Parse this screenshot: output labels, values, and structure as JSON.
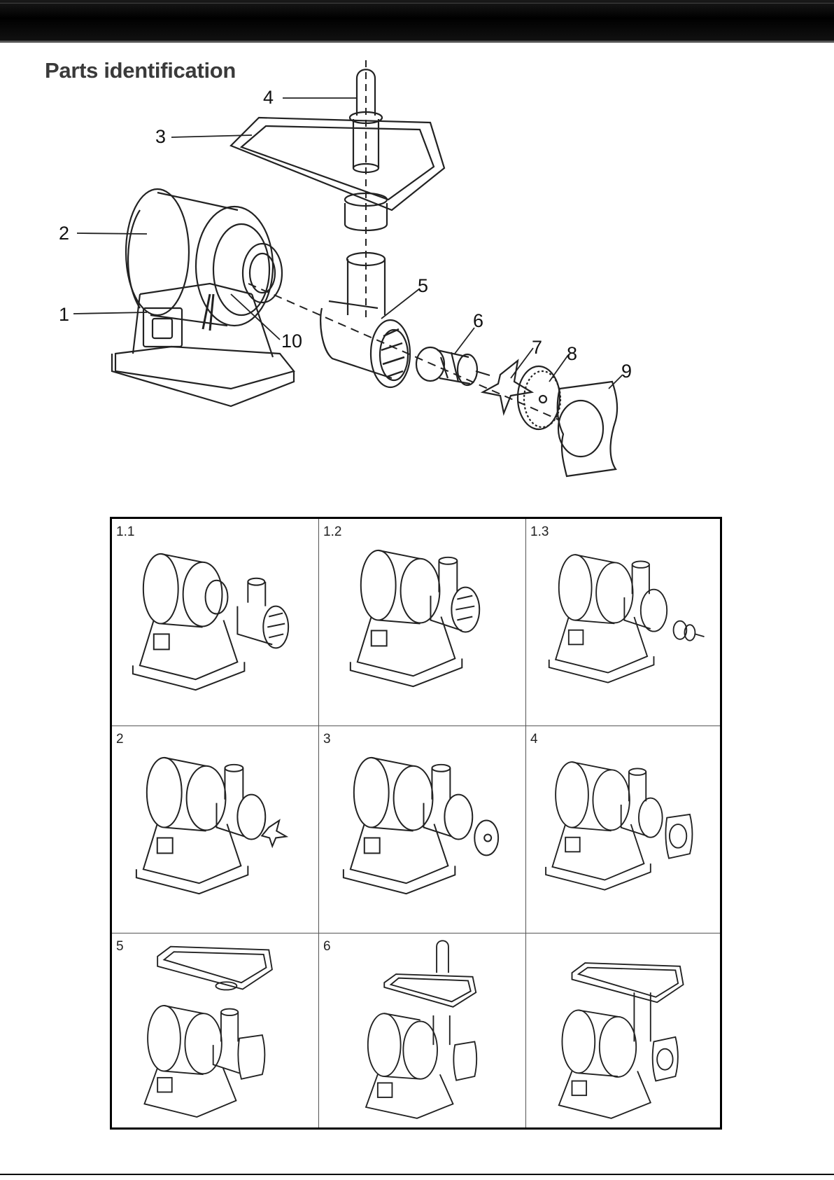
{
  "page": {
    "heading": "Parts identification"
  },
  "callouts": [
    {
      "id": "1",
      "label": "1"
    },
    {
      "id": "2",
      "label": "2"
    },
    {
      "id": "3",
      "label": "3"
    },
    {
      "id": "4",
      "label": "4"
    },
    {
      "id": "5",
      "label": "5"
    },
    {
      "id": "6",
      "label": "6"
    },
    {
      "id": "7",
      "label": "7"
    },
    {
      "id": "8",
      "label": "8"
    },
    {
      "id": "9",
      "label": "9"
    },
    {
      "id": "10",
      "label": "10"
    }
  ],
  "assembly_steps": [
    {
      "label": "1.1"
    },
    {
      "label": "1.2"
    },
    {
      "label": "1.3"
    },
    {
      "label": "2"
    },
    {
      "label": "3"
    },
    {
      "label": "4"
    },
    {
      "label": "5"
    },
    {
      "label": "6"
    },
    {
      "label": ""
    }
  ]
}
